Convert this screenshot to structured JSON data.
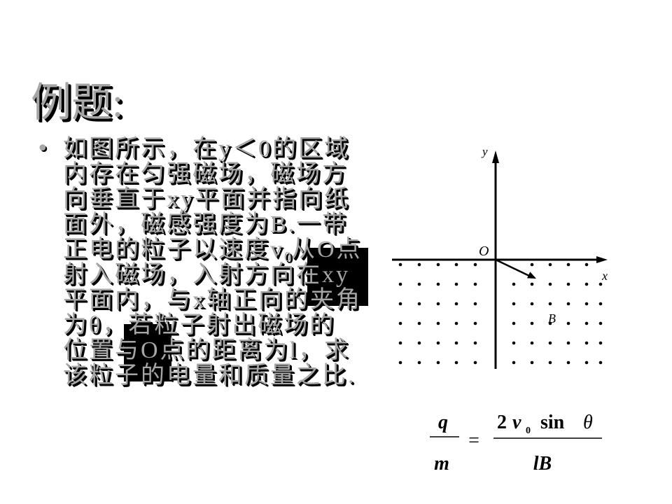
{
  "title": "例题:",
  "problem": {
    "bullet": "•",
    "lines": [
      "如图所示，在y＜0的区域",
      "内存在匀强磁场，磁场方",
      "向垂直于xy平面并指向纸",
      "面外，磁感强度为B.一带",
      [
        "正电的粒子以速度v",
        "0",
        "从O点"
      ],
      "射入磁场，入射方向在xy",
      "平面内，与x轴正向的夹角",
      "为θ，若粒子射出磁场的",
      "位置与O点的距离为l，求",
      "该粒子的电量和质量之比."
    ]
  },
  "diagram": {
    "axis_y_label": "y",
    "axis_x_label": "x",
    "origin_label": "O",
    "field_label": "B"
  },
  "formula": {
    "lhs_numerator": "q",
    "lhs_denominator": "m",
    "equals": "=",
    "rhs_numerator": {
      "coefficient": "2",
      "variable": "v",
      "subscript": "0",
      "function": "sin",
      "angle": "θ"
    },
    "rhs_denominator": "lB"
  },
  "colors": {
    "text_fill": "#a6a6a6",
    "text_shadow": "#000000",
    "ink": "#000000"
  }
}
